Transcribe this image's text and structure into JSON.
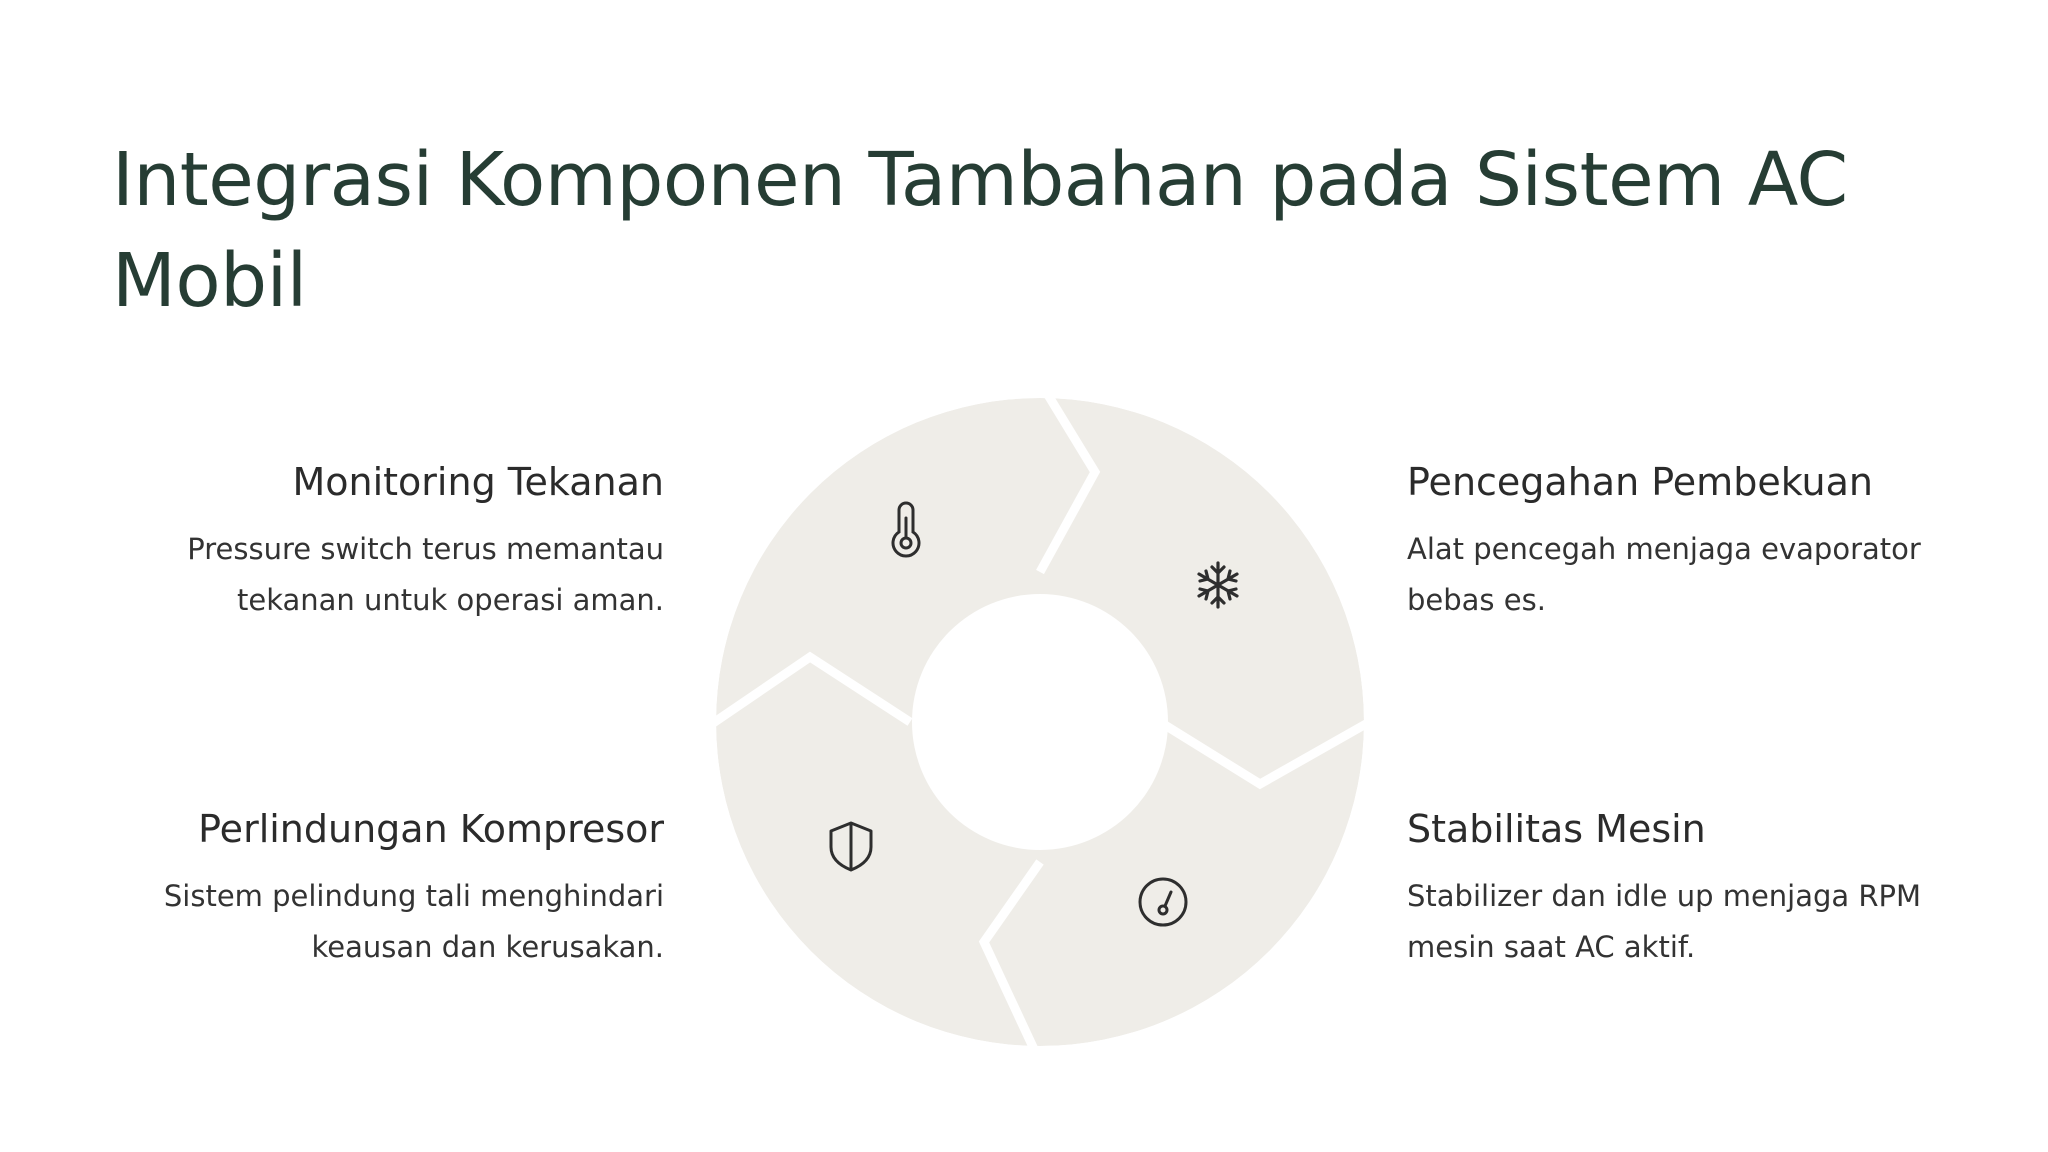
{
  "title": "Integrasi Komponen Tambahan pada Sistem AC Mobil",
  "colors": {
    "title": "#263d34",
    "segment_fill": "#efede8",
    "icon_stroke": "#2e2e2e",
    "text": "#2b2b2b"
  },
  "items": [
    {
      "id": "top-left",
      "title": "Monitoring Tekanan",
      "description": "Pressure switch terus memantau tekanan untuk operasi aman.",
      "icon": "thermometer-icon"
    },
    {
      "id": "top-right",
      "title": "Pencegahan Pembekuan",
      "description": "Alat pencegah menjaga evaporator bebas es.",
      "icon": "snowflake-icon"
    },
    {
      "id": "bottom-left",
      "title": "Perlindungan Kompresor",
      "description": "Sistem pelindung tali menghindari keausan dan kerusakan.",
      "icon": "shield-icon"
    },
    {
      "id": "bottom-right",
      "title": "Stabilitas Mesin",
      "description": "Stabilizer dan idle up menjaga RPM mesin saat AC aktif.",
      "icon": "gauge-icon"
    }
  ]
}
